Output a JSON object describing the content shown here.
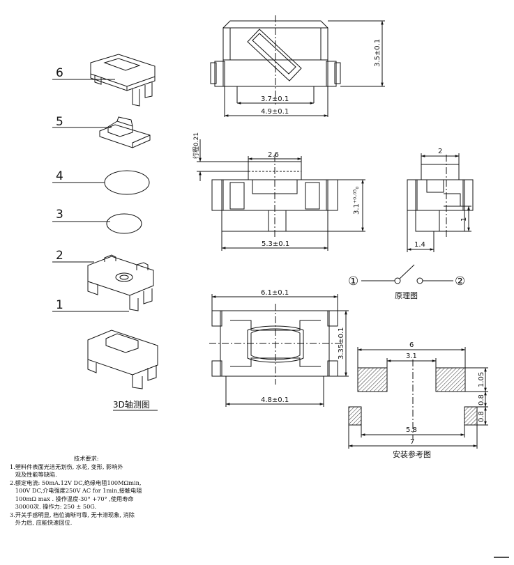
{
  "exploded_view": {
    "part_labels": [
      "6",
      "5",
      "4",
      "3",
      "2",
      "1"
    ],
    "caption": "3D轴测图"
  },
  "top_view": {
    "dims": [
      "3.7±0.1",
      "4.9±0.1",
      "3.5±0.1"
    ]
  },
  "front_view": {
    "stroke_label": "行程0.21",
    "dims": [
      "2.6",
      "5.3±0.1",
      "3.1⁺⁰·⁰⁵₀"
    ]
  },
  "side_view": {
    "dims": [
      "2",
      "1.4",
      "1"
    ]
  },
  "schematic": {
    "terminal_1": "①",
    "terminal_2": "②",
    "caption": "原理图"
  },
  "bottom_view": {
    "dims": [
      "6.1±0.1",
      "4.8±0.1",
      "3.35±0.1"
    ]
  },
  "pcb_layout": {
    "dims": [
      "6",
      "3.1",
      "5.8",
      "7",
      "1.05",
      "0.8",
      "0.8"
    ],
    "caption": "安装参考图"
  },
  "tech_notes": {
    "title": "技术要求:",
    "lines": [
      "1.塑料件表面光洁无划伤, 水花, 变形, 影响外",
      "   观及性能等缺陷.",
      "2.额定电流: 50mA.12V DC,绝缘电阻100MΩmin,",
      "   100V DC,介电强度250V AC for 1min,接触电阻",
      "   100mΩ max . 操作温度-30° +70° ,使用寿命",
      "   30000次. 操作力: 250 ± 50G.",
      "3.开关手感明显, 档位清晰可靠, 无卡滞现象, 消除",
      "   外力后, 应能快速回位."
    ]
  }
}
